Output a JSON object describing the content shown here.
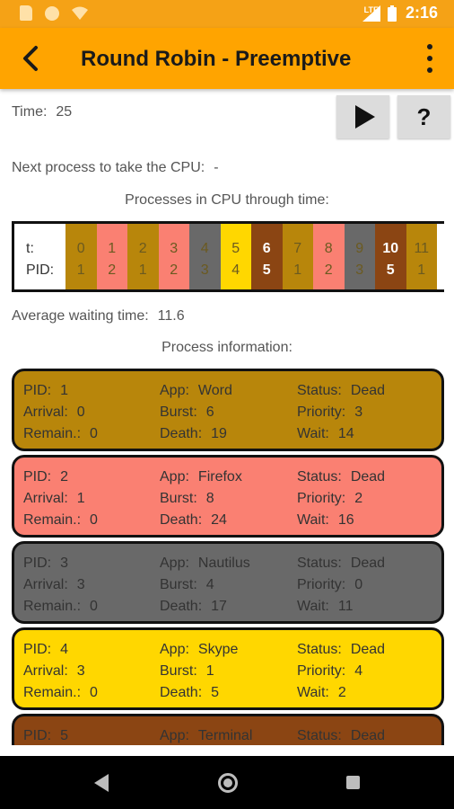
{
  "status_bar": {
    "clock": "2:16",
    "network": "LTE",
    "icons": [
      "sd-card-icon",
      "circle-notification-icon",
      "wifi-icon",
      "signal-icon",
      "battery-icon"
    ]
  },
  "app_bar": {
    "title": "Round Robin - Preemptive",
    "back_icon": "arrow-back-icon",
    "menu_icon": "overflow-menu-icon"
  },
  "time": {
    "label": "Time:",
    "value": "25"
  },
  "controls": {
    "help_label": "?",
    "play_icon": "play-icon"
  },
  "next_process": {
    "label": "Next process to take the CPU:",
    "value": "-"
  },
  "cpu_title": "Processes in CPU through time:",
  "timeline": {
    "t_label": "t:",
    "pid_label": "PID:",
    "cells": [
      {
        "t": "0",
        "pid": "1",
        "color": "#b8860b",
        "style": "light"
      },
      {
        "t": "1",
        "pid": "2",
        "color": "#fa8072",
        "style": "light"
      },
      {
        "t": "2",
        "pid": "1",
        "color": "#b8860b",
        "style": "light"
      },
      {
        "t": "3",
        "pid": "2",
        "color": "#fa8072",
        "style": "light"
      },
      {
        "t": "4",
        "pid": "3",
        "color": "#696969",
        "style": "light"
      },
      {
        "t": "5",
        "pid": "4",
        "color": "#ffd700",
        "style": "light"
      },
      {
        "t": "6",
        "pid": "5",
        "color": "#8b4513",
        "style": "dark"
      },
      {
        "t": "7",
        "pid": "1",
        "color": "#b8860b",
        "style": "light"
      },
      {
        "t": "8",
        "pid": "2",
        "color": "#fa8072",
        "style": "light"
      },
      {
        "t": "9",
        "pid": "3",
        "color": "#696969",
        "style": "light"
      },
      {
        "t": "10",
        "pid": "5",
        "color": "#8b4513",
        "style": "dark"
      },
      {
        "t": "11",
        "pid": "1",
        "color": "#b8860b",
        "style": "light"
      }
    ]
  },
  "avg_wait": {
    "label": "Average waiting time:",
    "value": "11.6"
  },
  "proc_info_title": "Process information:",
  "labels": {
    "pid": "PID:",
    "app": "App:",
    "status": "Status:",
    "arrival": "Arrival:",
    "burst": "Burst:",
    "priority": "Priority:",
    "remain": "Remain.:",
    "death": "Death:",
    "wait": "Wait:"
  },
  "processes": [
    {
      "pid": "1",
      "app": "Word",
      "status": "Dead",
      "arrival": "0",
      "burst": "6",
      "priority": "3",
      "remain": "0",
      "death": "19",
      "wait": "14",
      "color": "#b8860b"
    },
    {
      "pid": "2",
      "app": "Firefox",
      "status": "Dead",
      "arrival": "1",
      "burst": "8",
      "priority": "2",
      "remain": "0",
      "death": "24",
      "wait": "16",
      "color": "#fa8072"
    },
    {
      "pid": "3",
      "app": "Nautilus",
      "status": "Dead",
      "arrival": "3",
      "burst": "4",
      "priority": "0",
      "remain": "0",
      "death": "17",
      "wait": "11",
      "color": "#696969"
    },
    {
      "pid": "4",
      "app": "Skype",
      "status": "Dead",
      "arrival": "3",
      "burst": "1",
      "priority": "4",
      "remain": "0",
      "death": "5",
      "wait": "2",
      "color": "#ffd700"
    },
    {
      "pid": "5",
      "app": "Terminal",
      "status": "Dead",
      "color": "#8b4513"
    }
  ],
  "nav_bar": {
    "icons": [
      "nav-back-icon",
      "nav-home-icon",
      "nav-recents-icon"
    ]
  }
}
